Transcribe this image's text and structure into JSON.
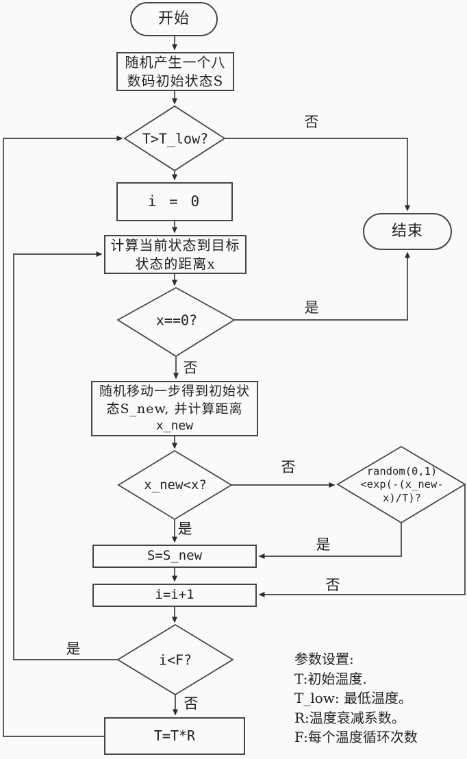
{
  "diagram": {
    "type": "flowchart",
    "language": "zh-CN",
    "topic": "simulated-annealing eight-puzzle loop",
    "colors": {
      "background": "#fbfafb",
      "line": "#3d3d3d",
      "shape_border": "#454545",
      "text": "#1f1f1f"
    },
    "nodes": {
      "start": {
        "shape": "oval",
        "label": "开始"
      },
      "init": {
        "shape": "rect",
        "line1": "随机产生一个八",
        "line2": "数码初始状态S"
      },
      "cond_temp": {
        "shape": "diamond",
        "label": "T>T_low?"
      },
      "set_i": {
        "shape": "rect",
        "label": "i = 0"
      },
      "calc_dist": {
        "shape": "rect",
        "line1": "计算当前状态到目标",
        "line2": "状态的距离x"
      },
      "cond_solved": {
        "shape": "diamond",
        "label": "x==0?"
      },
      "random_move": {
        "shape": "rect",
        "line1": "随机移动一步得到初始状",
        "line2": "态S_new, 并计算距离",
        "line3": "x_new"
      },
      "cond_better": {
        "shape": "diamond",
        "label": "x_new<x?"
      },
      "cond_accept": {
        "shape": "diamond",
        "line1": "random(0,1)",
        "line2": "<exp(-(x_new-",
        "line3": "x)/T)?"
      },
      "assign_s": {
        "shape": "rect",
        "label": "S=S_new"
      },
      "incr_i": {
        "shape": "rect",
        "label": "i=i+1"
      },
      "cond_iter": {
        "shape": "diamond",
        "label": "i<F?"
      },
      "cool": {
        "shape": "rect",
        "label": "T=T*R"
      },
      "end": {
        "shape": "oval",
        "label": "结束"
      }
    },
    "edge_labels": {
      "temp_no": "否",
      "solved_yes": "是",
      "solved_no": "否",
      "better_no": "否",
      "better_yes": "是",
      "accept_yes": "是",
      "accept_no": "否",
      "iter_yes": "是",
      "iter_no": "否"
    },
    "params": {
      "title": "参数设置:",
      "lines": [
        "T:初始温度.",
        "T_low: 最低温度。",
        "R:温度衰减系数。",
        "F:每个温度循环次数"
      ]
    }
  }
}
